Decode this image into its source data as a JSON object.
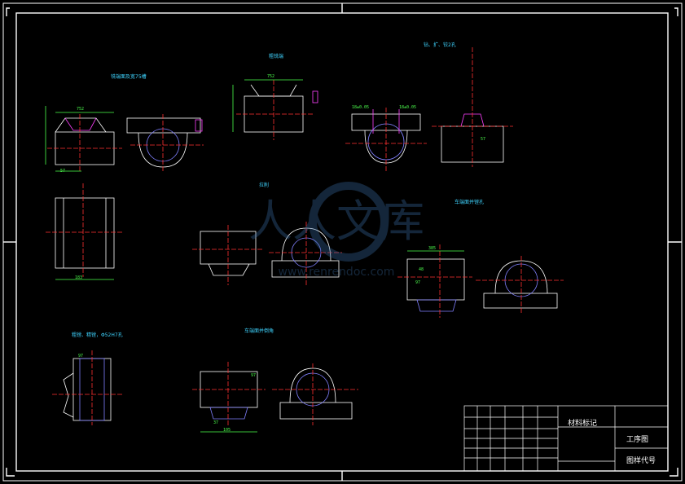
{
  "titles": {
    "v1": "铣端面及宽75槽",
    "v2": "粗铣端",
    "v3": "钻、扩、铰2孔",
    "v4": "拉削",
    "v5": "车端面并镗孔",
    "v6": "车端面并倒角",
    "v7": "粗镗、精镗，Φ52H7孔"
  },
  "dims": {
    "d752a": "752",
    "d752b": "752",
    "d18a": "18±0.05",
    "d18b": "18±0.05",
    "d38": "385",
    "d97a": "97",
    "d97b": "97",
    "d97c": "97",
    "d37": "37",
    "d105": "105",
    "d183": "183",
    "d57a": "57",
    "d57b": "57",
    "d48": "48"
  },
  "title_block": {
    "material_mark": "材料标记",
    "process_drawing": "工序图",
    "drawing_code": "图样代号"
  },
  "watermark": {
    "text": "人人文库",
    "sub": "www.renrendoc.com"
  },
  "colors": {
    "background": "#000000",
    "frame": "#ffffff",
    "outline": "#ffffff",
    "center": "#ff3030",
    "hatch": "#8080ff",
    "dimension": "#4dff4d",
    "label": "#3fd4ff",
    "magenta": "#ff40ff"
  }
}
